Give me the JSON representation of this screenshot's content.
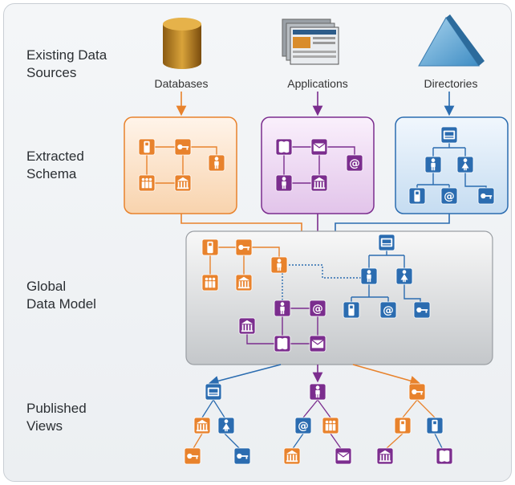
{
  "rows": {
    "sources": "Existing Data\nSources",
    "schema": "Extracted\nSchema",
    "model": "Global\nData Model",
    "views": "Published\nViews"
  },
  "sources": {
    "databases": "Databases",
    "applications": "Applications",
    "directories": "Directories"
  },
  "colors": {
    "orange": "#e8822c",
    "purple": "#7b2d8e",
    "blue": "#2b6cb0",
    "orange_panel": "#fbe3cc",
    "purple_panel": "#ead2ef",
    "blue_panel": "#d6e6f5"
  },
  "icons": [
    "phone-icon",
    "key-icon",
    "group-icon",
    "building-icon",
    "person-icon",
    "document-icon",
    "email-at-icon",
    "mail-icon",
    "directory-card-icon",
    "woman-icon"
  ]
}
